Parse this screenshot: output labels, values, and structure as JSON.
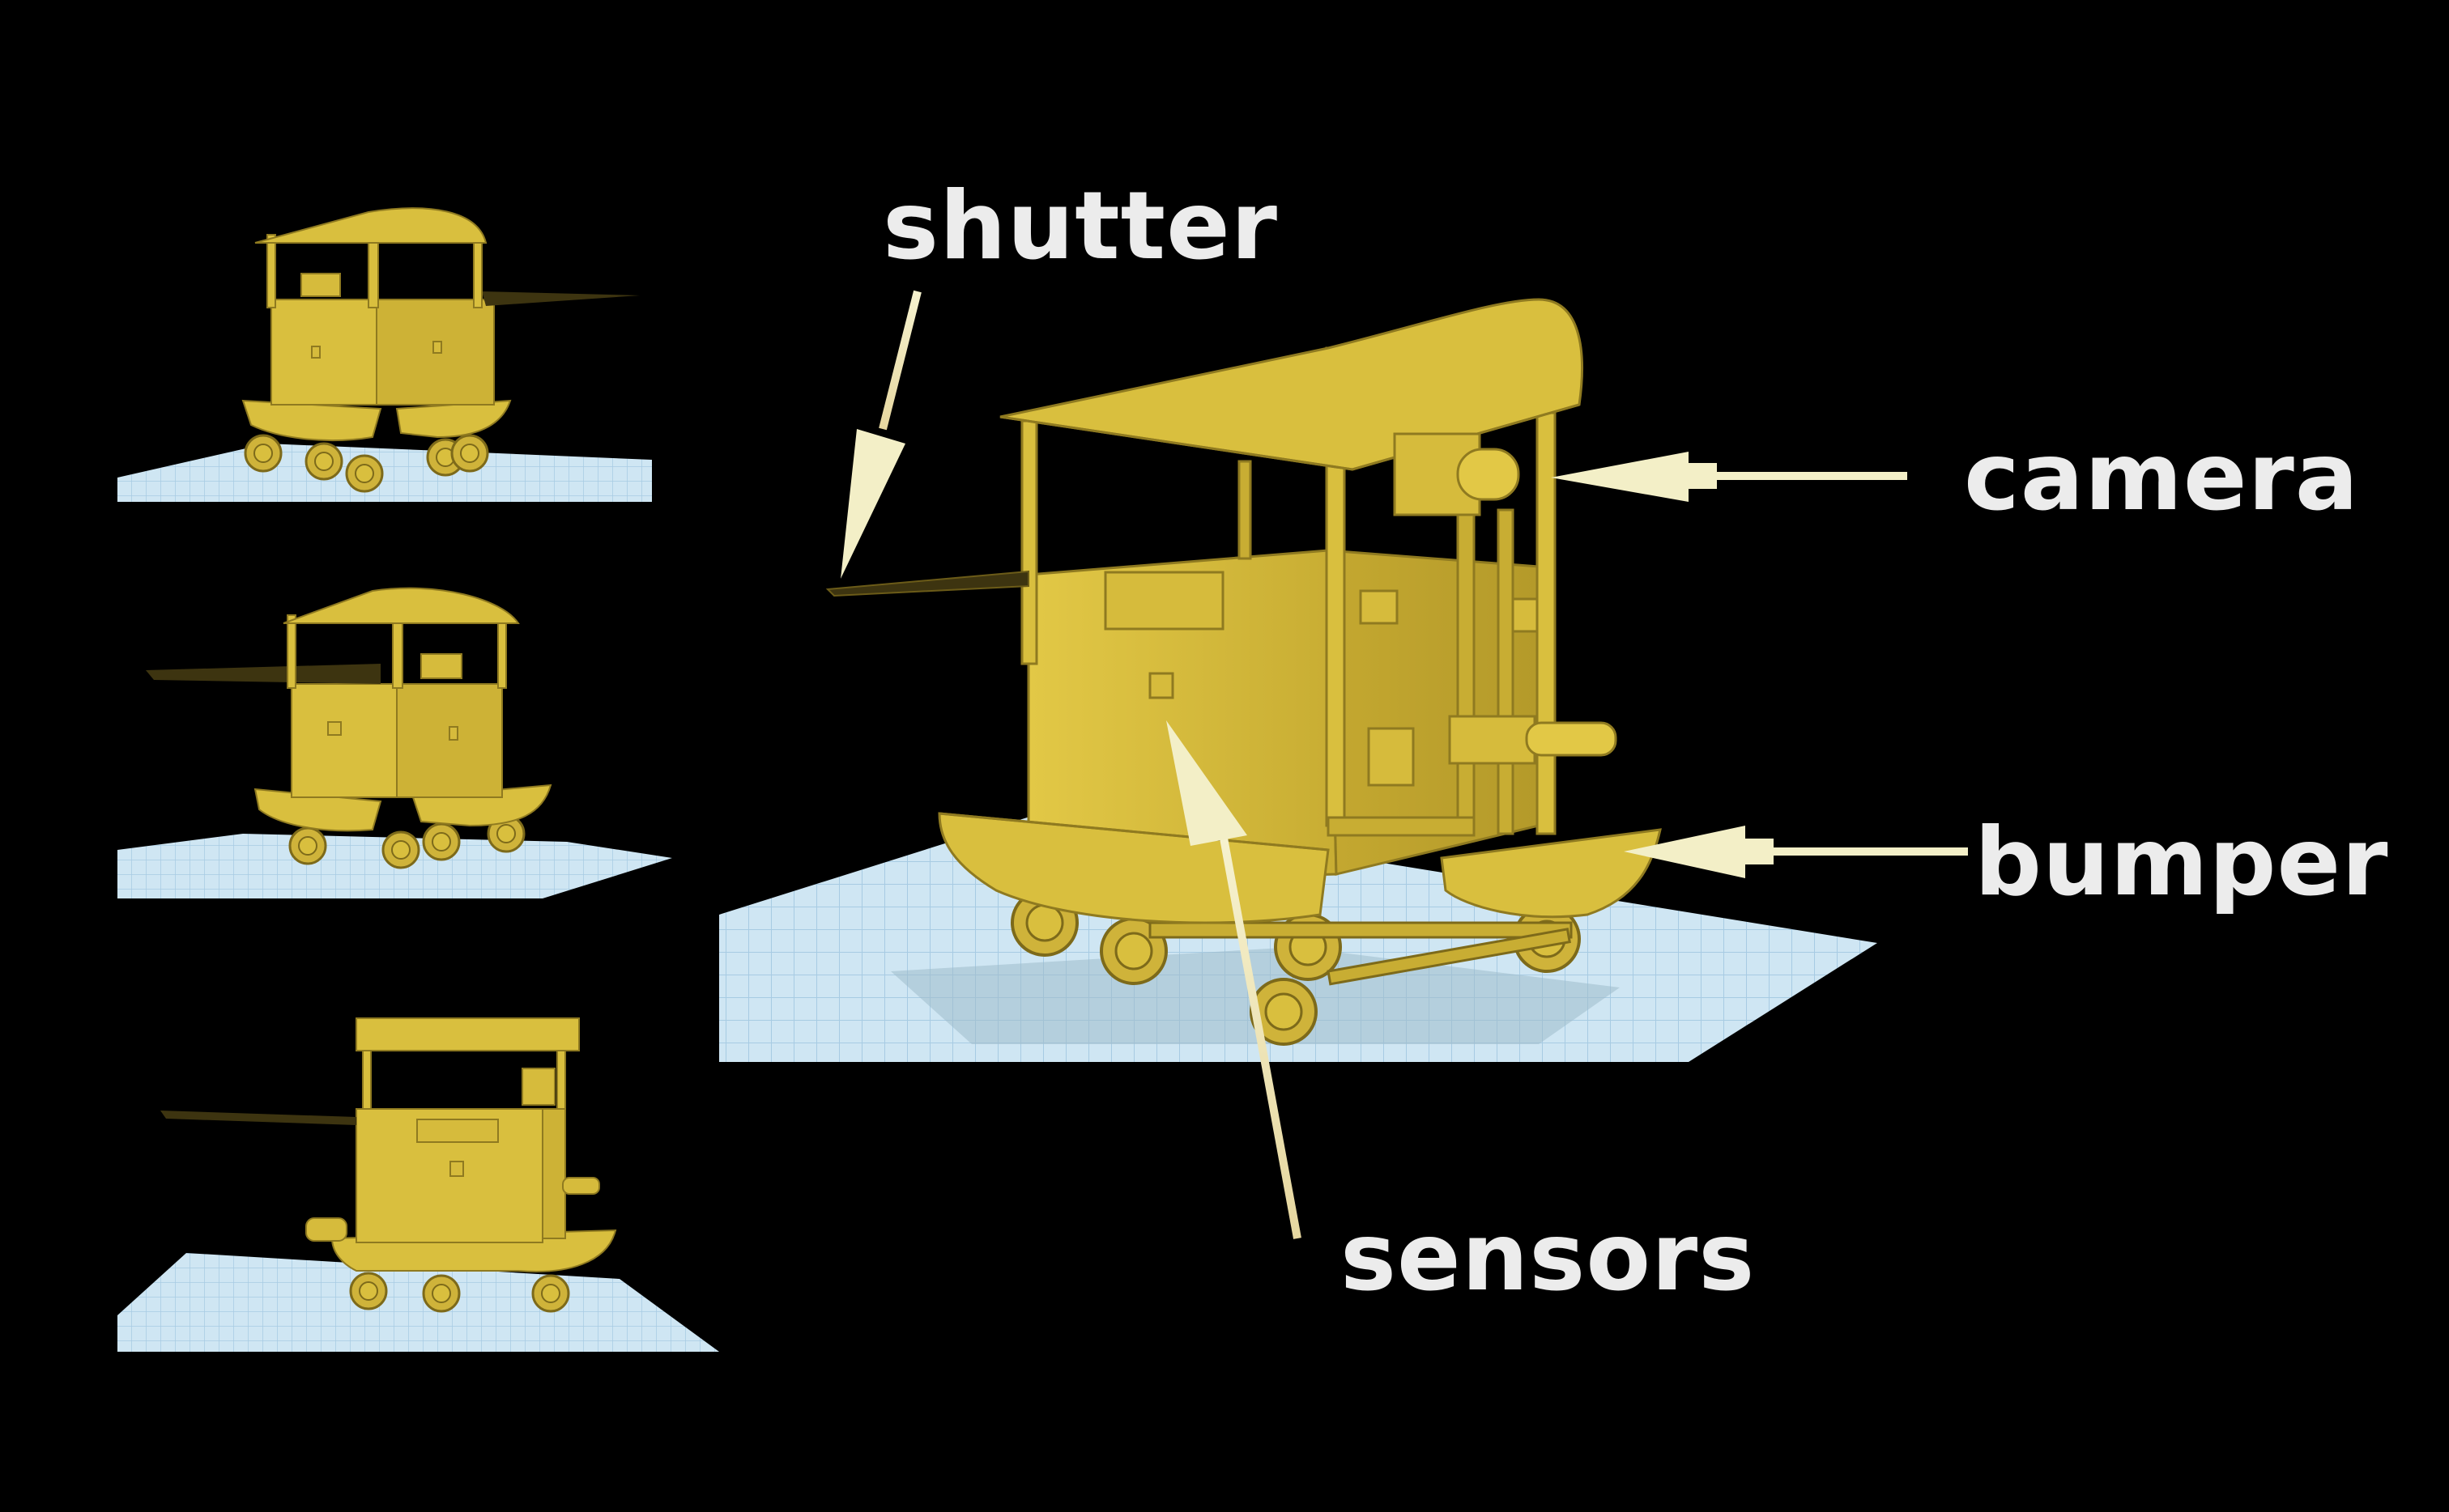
{
  "labels": {
    "shutter": "shutter",
    "camera": "camera",
    "bumper": "bumper",
    "sensors": "sensors"
  },
  "colors": {
    "background": "#000000",
    "rover_body": "#d9bf3e",
    "rover_dark": "#8f7a20",
    "floor": "#cfe6f3",
    "floor_grid": "#a7cbe3",
    "arrow": "#f3efc7",
    "label_text": "#ececec"
  }
}
